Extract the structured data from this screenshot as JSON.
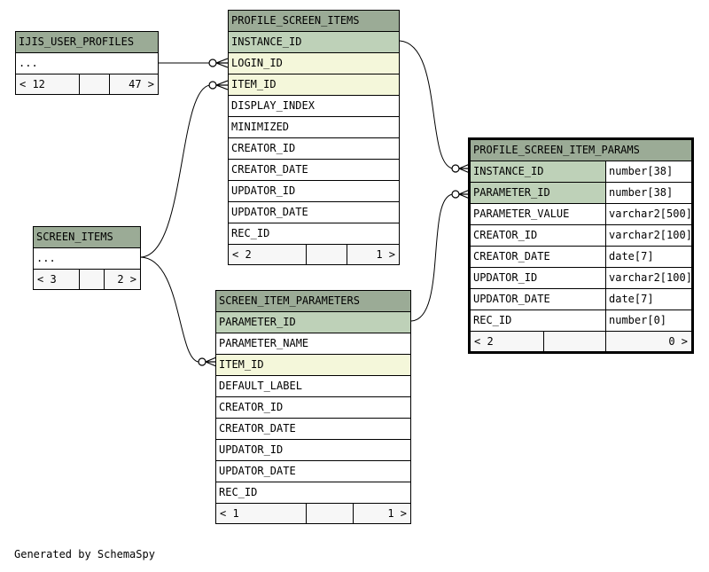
{
  "footer_text": "Generated by SchemaSpy",
  "tables": {
    "ijis_user_profiles": {
      "name": "IJIS_USER_PROFILES",
      "ellipsis": "...",
      "parents": "< 12",
      "children": "47 >"
    },
    "profile_screen_items": {
      "name": "PROFILE_SCREEN_ITEMS",
      "columns": [
        "INSTANCE_ID",
        "LOGIN_ID",
        "ITEM_ID",
        "DISPLAY_INDEX",
        "MINIMIZED",
        "CREATOR_ID",
        "CREATOR_DATE",
        "UPDATOR_ID",
        "UPDATOR_DATE",
        "REC_ID"
      ],
      "parents": "< 2",
      "children": "1 >"
    },
    "screen_items": {
      "name": "SCREEN_ITEMS",
      "ellipsis": "...",
      "parents": "< 3",
      "children": "2 >"
    },
    "screen_item_parameters": {
      "name": "SCREEN_ITEM_PARAMETERS",
      "columns": [
        "PARAMETER_ID",
        "PARAMETER_NAME",
        "ITEM_ID",
        "DEFAULT_LABEL",
        "CREATOR_ID",
        "CREATOR_DATE",
        "UPDATOR_ID",
        "UPDATOR_DATE",
        "REC_ID"
      ],
      "parents": "< 1",
      "children": "1 >"
    },
    "profile_screen_item_params": {
      "name": "PROFILE_SCREEN_ITEM_PARAMS",
      "columns": [
        {
          "name": "INSTANCE_ID",
          "type": "number[38]"
        },
        {
          "name": "PARAMETER_ID",
          "type": "number[38]"
        },
        {
          "name": "PARAMETER_VALUE",
          "type": "varchar2[500]"
        },
        {
          "name": "CREATOR_ID",
          "type": "varchar2[100]"
        },
        {
          "name": "CREATOR_DATE",
          "type": "date[7]"
        },
        {
          "name": "UPDATOR_ID",
          "type": "varchar2[100]"
        },
        {
          "name": "UPDATOR_DATE",
          "type": "date[7]"
        },
        {
          "name": "REC_ID",
          "type": "number[0]"
        }
      ],
      "parents": "< 2",
      "children": "0 >"
    }
  }
}
